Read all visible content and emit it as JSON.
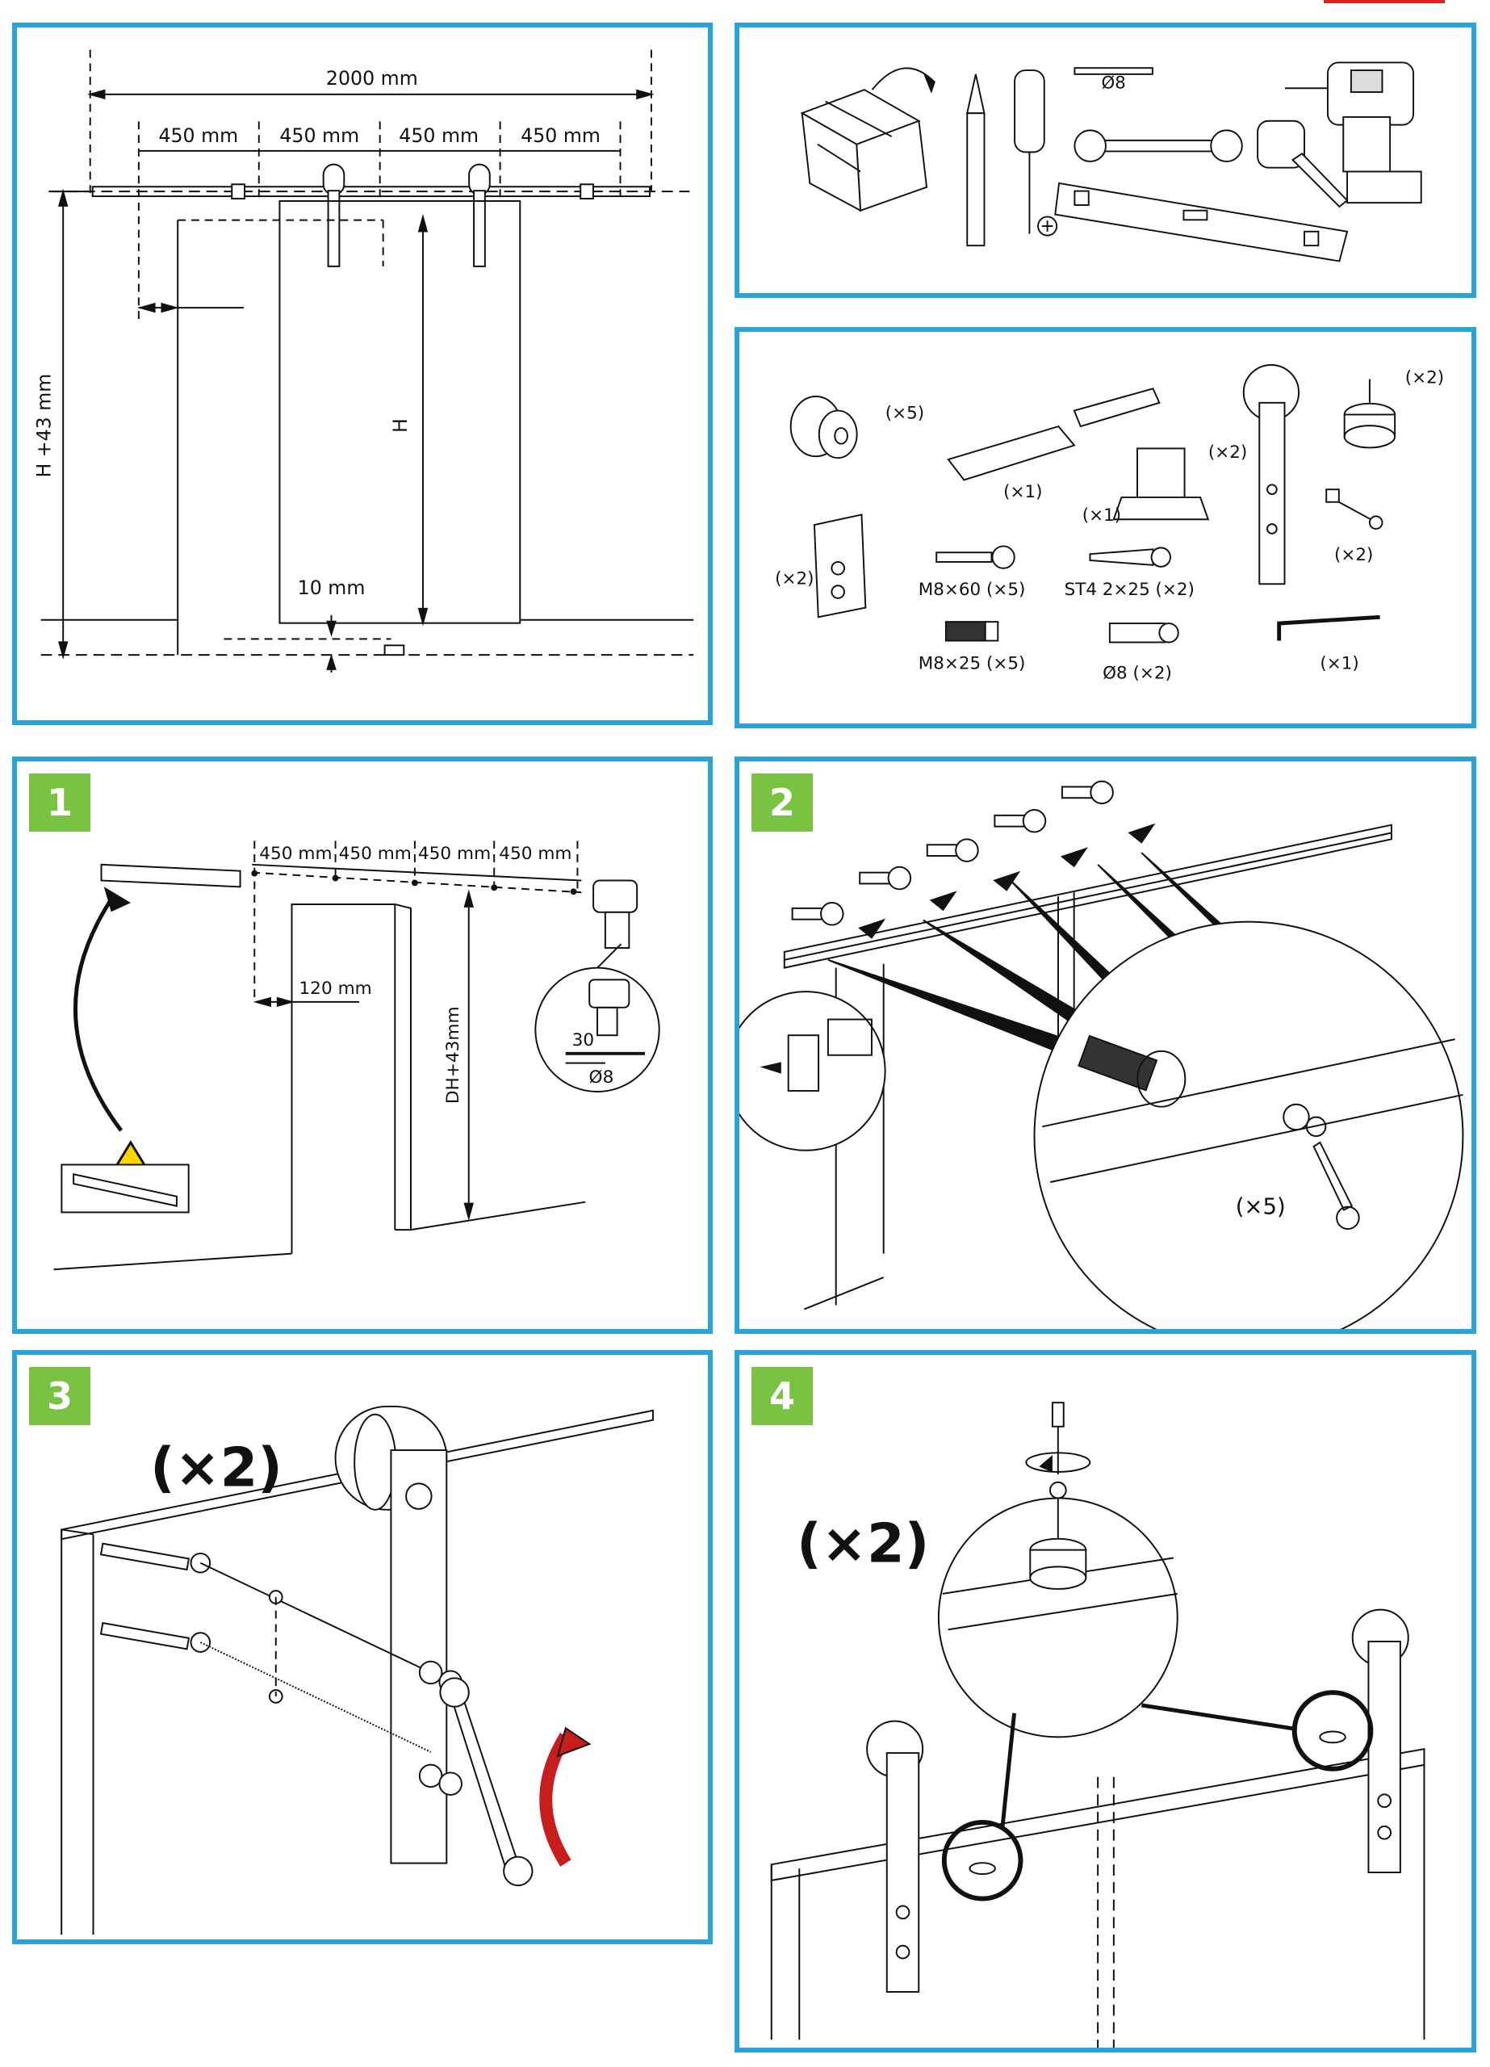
{
  "dimensions_panel": {
    "total": "2000 mm",
    "spacings": [
      "450 mm",
      "450 mm",
      "450 mm",
      "450 mm"
    ],
    "height_left": "H +43 mm",
    "height_door": "H",
    "floor_gap": "10 mm"
  },
  "tools_panel": {
    "drill_bit": "Ø8"
  },
  "parts_panel": {
    "stopper_qty": "(×5)",
    "rail_qty": "(×1)",
    "guide_qty": "(×1)",
    "hanger_qty": "(×2)",
    "bumper_qty": "(×2)",
    "bolt_qty": "(×2)",
    "bracket_qty": "(×2)",
    "m8x60": "M8×60 (×5)",
    "st4": "ST4 2×25 (×2)",
    "m8x25": "M8×25 (×5)",
    "anchor": "Ø8 (×2)",
    "key_qty": "(×1)"
  },
  "step1": {
    "number": "1",
    "spacings": [
      "450 mm",
      "450 mm",
      "450 mm",
      "450 mm"
    ],
    "side": "120 mm",
    "height": "DH+43mm",
    "depth": "30",
    "bit": "Ø8"
  },
  "step2": {
    "number": "2",
    "qty": "(×5)"
  },
  "step3": {
    "number": "3",
    "qty": "(×2)"
  },
  "step4": {
    "number": "4",
    "qty": "(×2)"
  }
}
